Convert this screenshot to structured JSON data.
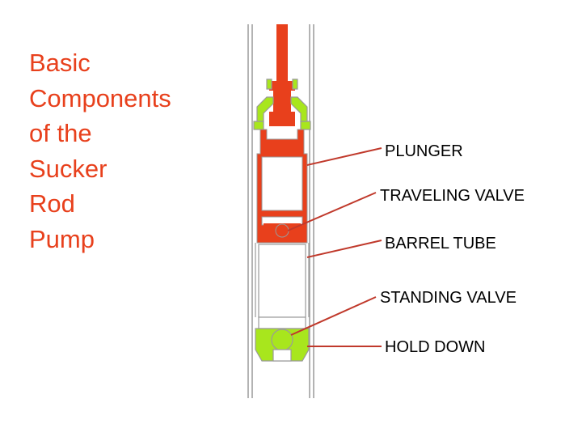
{
  "title_lines": [
    "Basic",
    "Components",
    "of the",
    "Sucker",
    "Rod",
    "Pump"
  ],
  "labels": {
    "plunger": "PLUNGER",
    "traveling_valve": "TRAVELING VALVE",
    "barrel_tube": "BARREL TUBE",
    "standing_valve": "STANDING VALVE",
    "hold_down": "HOLD DOWN"
  },
  "colors": {
    "title": "#e8401c",
    "rod_red": "#e8401c",
    "leader": "#c0392b",
    "green": "#a8e61d",
    "outline": "#9a9a9a"
  }
}
